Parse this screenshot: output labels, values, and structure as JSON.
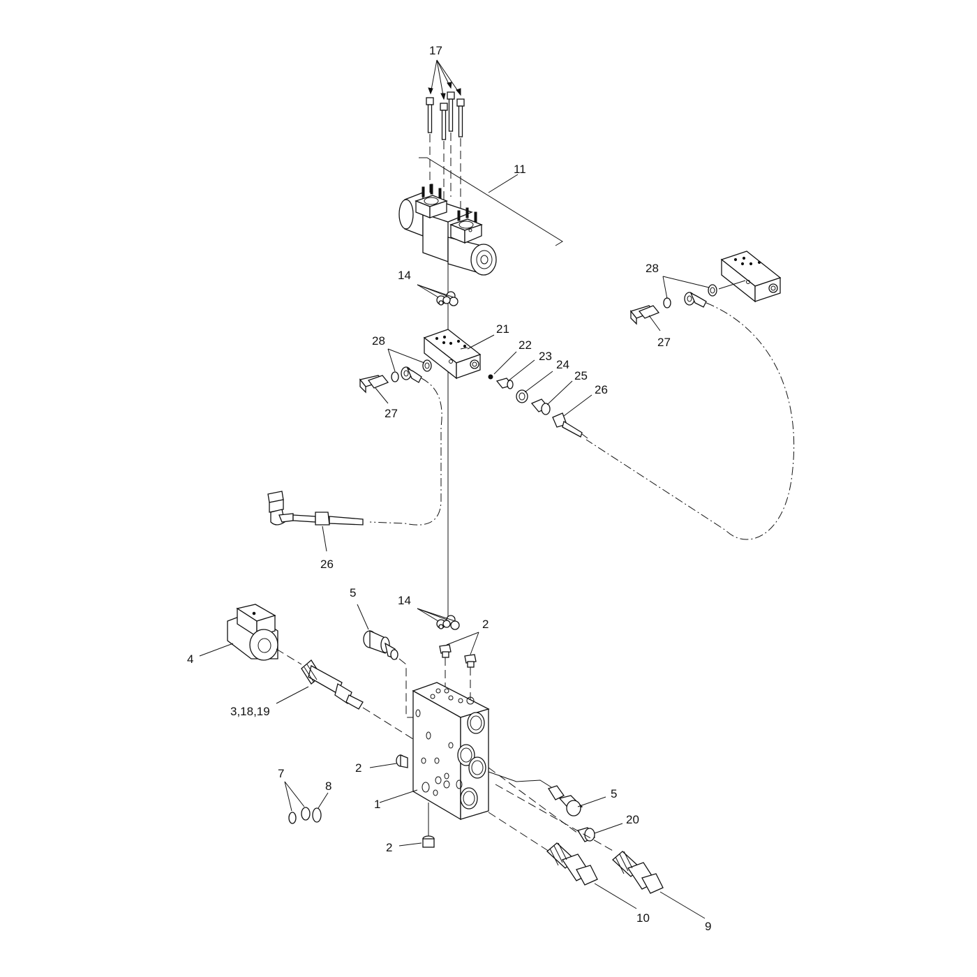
{
  "callouts": {
    "c17": "17",
    "c11": "11",
    "c14_top": "14",
    "c28_right": "28",
    "c27_right": "27",
    "c28_left": "28",
    "c21": "21",
    "c22": "22",
    "c23": "23",
    "c24": "24",
    "c25": "25",
    "c26_right": "26",
    "c27_left": "27",
    "c26_left": "26",
    "c5_top": "5",
    "c14_bottom": "14",
    "c2_top": "2",
    "c4": "4",
    "c3_18_19": "3,18,19",
    "c2_left": "2",
    "c7": "7",
    "c8": "8",
    "c1": "1",
    "c2_bottom": "2",
    "c5_right": "5",
    "c20": "20",
    "c10": "10",
    "c9": "9"
  }
}
